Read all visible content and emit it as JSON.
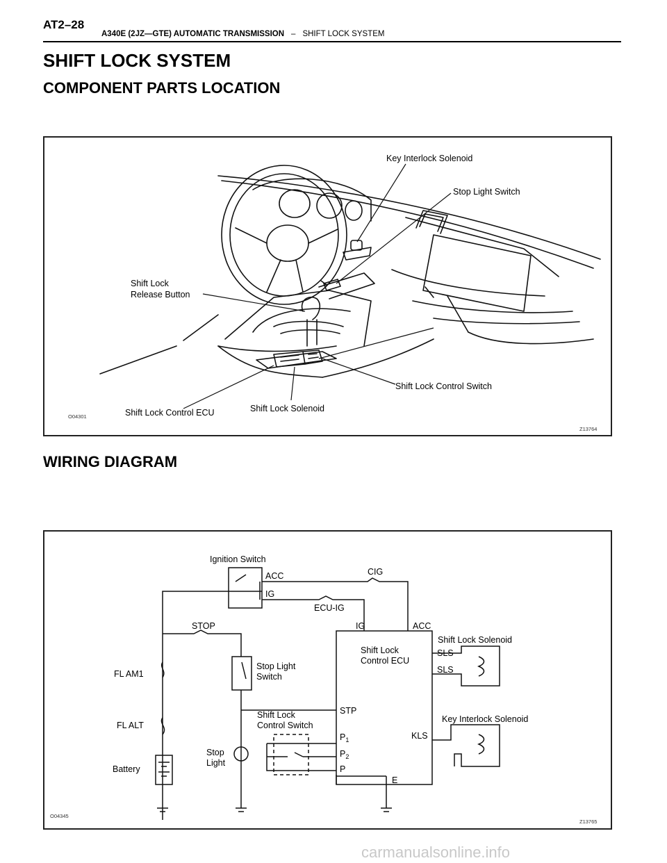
{
  "header": {
    "page_number": "AT2–28",
    "manual_title": "A340E (2JZ—GTE) AUTOMATIC TRANSMISSION",
    "separator": "–",
    "section": "SHIFT LOCK SYSTEM"
  },
  "headings": {
    "main": "SHIFT LOCK SYSTEM",
    "component": "COMPONENT PARTS LOCATION",
    "wiring": "WIRING DIAGRAM"
  },
  "figure1": {
    "code_left": "O04301",
    "code_right": "Z13764",
    "labels": {
      "key_interlock_solenoid": "Key Interlock Solenoid",
      "stop_light_switch": "Stop Light Switch",
      "shift_lock_line1": "Shift Lock",
      "shift_lock_line2": "Release Button",
      "shift_lock_control_switch": "Shift Lock Control Switch",
      "shift_lock_control_ecu": "Shift Lock Control ECU",
      "shift_lock_solenoid": "Shift Lock Solenoid"
    }
  },
  "figure2": {
    "code_left": "O04345",
    "code_right": "Z13765",
    "labels": {
      "ignition_switch": "Ignition Switch",
      "acc": "ACC",
      "ig": "IG",
      "cig": "CIG",
      "ecu_ig": "ECU-IG",
      "stop": "STOP",
      "ecu_ig_pin": "IG",
      "ecu_acc_pin": "ACC",
      "shift_lock_solenoid": "Shift Lock Solenoid",
      "ecu_line1": "Shift Lock",
      "ecu_line2": "Control ECU",
      "sls_plus": "SLS",
      "sls_minus": "SLS",
      "stop_light_switch_1": "Stop Light",
      "stop_light_switch_2": "Switch",
      "fl_am1": "FL AM1",
      "stp": "STP",
      "key_interlock_solenoid": "Key Interlock Solenoid",
      "fl_alt": "FL ALT",
      "control_switch_1": "Shift Lock",
      "control_switch_2": "Control Switch",
      "p1": "P",
      "p1_sub": "1",
      "p2": "P",
      "p2_sub": "2",
      "p": "P",
      "kls": "KLS",
      "stop_light_1": "Stop",
      "stop_light_2": "Light",
      "battery": "Battery",
      "e": "E"
    }
  },
  "watermark": "carmanualsonline.info"
}
